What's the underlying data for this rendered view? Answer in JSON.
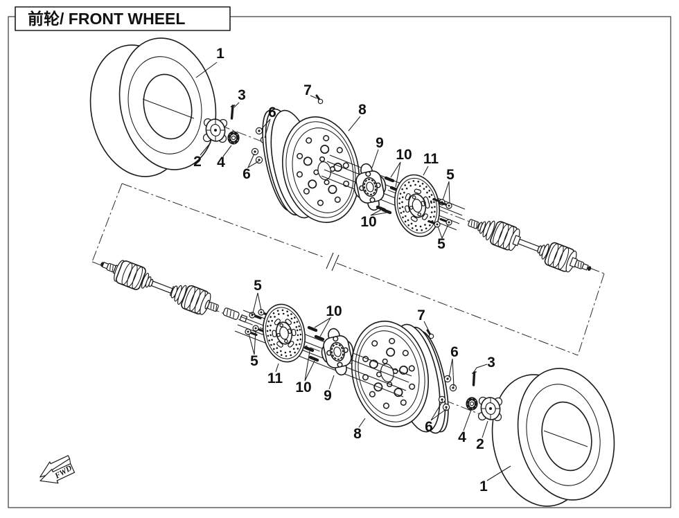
{
  "title": {
    "text": "前轮/ FRONT WHEEL"
  },
  "fwd": {
    "label": "FWD"
  },
  "callouts": [
    {
      "label": "1",
      "target": "tire-upper"
    },
    {
      "label": "3",
      "target": "cotter-pin-upper"
    },
    {
      "label": "2",
      "target": "hub-cap-upper"
    },
    {
      "label": "4",
      "target": "castle-nut-upper"
    },
    {
      "label": "6",
      "target": "washers-upper-a"
    },
    {
      "label": "6",
      "target": "washers-upper-b"
    },
    {
      "label": "7",
      "target": "valve-stem-upper"
    },
    {
      "label": "8",
      "target": "rim-upper"
    },
    {
      "label": "9",
      "target": "hub-upper"
    },
    {
      "label": "10",
      "target": "studs-upper-a"
    },
    {
      "label": "10",
      "target": "studs-upper-b"
    },
    {
      "label": "11",
      "target": "brake-disc-upper"
    },
    {
      "label": "5",
      "target": "disc-bolts-upper-a"
    },
    {
      "label": "5",
      "target": "disc-bolts-upper-b"
    },
    {
      "label": "5",
      "target": "disc-bolts-lower-a"
    },
    {
      "label": "5",
      "target": "disc-bolts-lower-b"
    },
    {
      "label": "11",
      "target": "brake-disc-lower"
    },
    {
      "label": "10",
      "target": "studs-lower-a"
    },
    {
      "label": "10",
      "target": "studs-lower-b"
    },
    {
      "label": "9",
      "target": "hub-lower"
    },
    {
      "label": "7",
      "target": "valve-stem-lower"
    },
    {
      "label": "8",
      "target": "rim-lower"
    },
    {
      "label": "6",
      "target": "washers-lower-a"
    },
    {
      "label": "6",
      "target": "washers-lower-b"
    },
    {
      "label": "3",
      "target": "cotter-pin-lower"
    },
    {
      "label": "4",
      "target": "castle-nut-lower"
    },
    {
      "label": "2",
      "target": "hub-cap-lower"
    },
    {
      "label": "1",
      "target": "tire-lower"
    }
  ]
}
